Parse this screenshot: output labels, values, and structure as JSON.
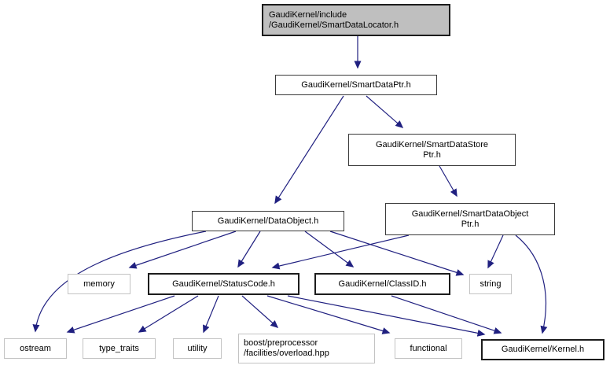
{
  "nodes": {
    "root": {
      "line1": "GaudiKernel/include",
      "line2": "/GaudiKernel/SmartDataLocator.h"
    },
    "smart_data_ptr": {
      "label": "GaudiKernel/SmartDataPtr.h"
    },
    "smart_data_store_ptr": {
      "line1": "GaudiKernel/SmartDataStore",
      "line2": "Ptr.h"
    },
    "data_object": {
      "label": "GaudiKernel/DataObject.h"
    },
    "smart_data_object_ptr": {
      "line1": "GaudiKernel/SmartDataObject",
      "line2": "Ptr.h"
    },
    "memory": {
      "label": "memory"
    },
    "status_code": {
      "label": "GaudiKernel/StatusCode.h"
    },
    "class_id": {
      "label": "GaudiKernel/ClassID.h"
    },
    "string": {
      "label": "string"
    },
    "ostream": {
      "label": "ostream"
    },
    "type_traits": {
      "label": "type_traits"
    },
    "utility": {
      "label": "utility"
    },
    "boost_overload": {
      "line1": "boost/preprocessor",
      "line2": "/facilities/overload.hpp"
    },
    "functional": {
      "label": "functional"
    },
    "kernel": {
      "label": "GaudiKernel/Kernel.h"
    }
  },
  "edges": [
    {
      "from": "root",
      "to": "smart_data_ptr"
    },
    {
      "from": "smart_data_ptr",
      "to": "data_object"
    },
    {
      "from": "smart_data_ptr",
      "to": "smart_data_store_ptr"
    },
    {
      "from": "smart_data_store_ptr",
      "to": "smart_data_object_ptr"
    },
    {
      "from": "data_object",
      "to": "memory"
    },
    {
      "from": "data_object",
      "to": "ostream"
    },
    {
      "from": "data_object",
      "to": "status_code"
    },
    {
      "from": "data_object",
      "to": "class_id"
    },
    {
      "from": "data_object",
      "to": "string"
    },
    {
      "from": "smart_data_object_ptr",
      "to": "status_code"
    },
    {
      "from": "smart_data_object_ptr",
      "to": "string"
    },
    {
      "from": "smart_data_object_ptr",
      "to": "kernel"
    },
    {
      "from": "status_code",
      "to": "ostream"
    },
    {
      "from": "status_code",
      "to": "type_traits"
    },
    {
      "from": "status_code",
      "to": "utility"
    },
    {
      "from": "status_code",
      "to": "boost_overload"
    },
    {
      "from": "status_code",
      "to": "functional"
    },
    {
      "from": "status_code",
      "to": "kernel"
    },
    {
      "from": "class_id",
      "to": "kernel"
    }
  ],
  "colors": {
    "edge": "#202080",
    "root_fill": "#bfbfbf",
    "node_fill": "#ffffff",
    "internal_border": "#1c1c1c",
    "external_border": "#c3c3c3"
  }
}
